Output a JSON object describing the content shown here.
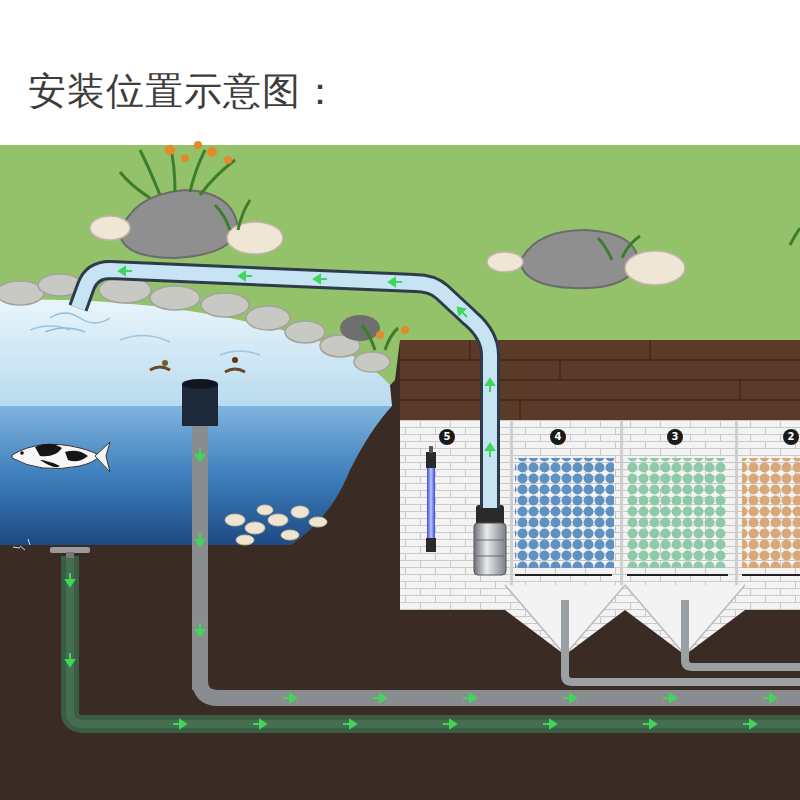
{
  "diagram": {
    "title": "安装位置示意图：",
    "nodes": [
      {
        "text": [
          "5"
        ]
      },
      {
        "text": [
          "4"
        ]
      },
      {
        "text": [
          "3"
        ]
      },
      {
        "text": [
          "2"
        ]
      }
    ]
  }
}
